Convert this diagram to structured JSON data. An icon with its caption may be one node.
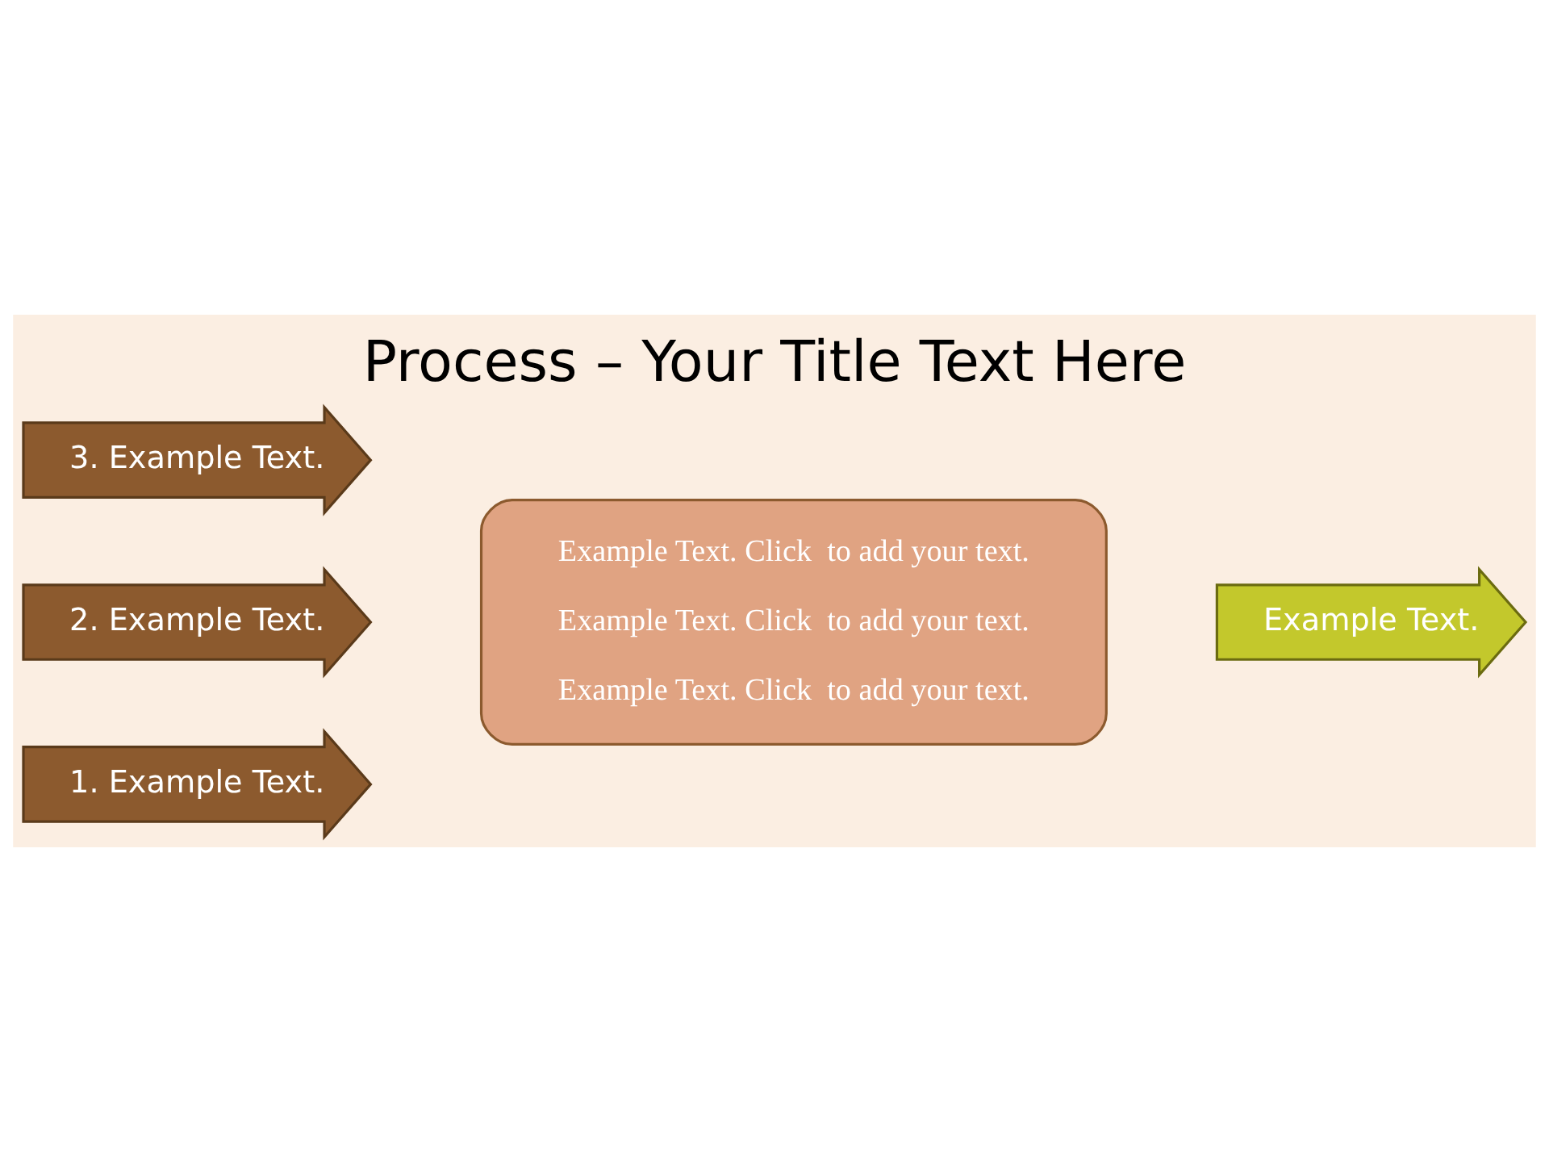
{
  "diagram": {
    "title": "Process – Your Title Text Here",
    "nodes": [
      {
        "text": [
          "1. Example Text."
        ]
      },
      {
        "text": [
          "2. Example Text."
        ]
      },
      {
        "text": [
          "3. Example Text."
        ]
      },
      {
        "text": [
          "Example Text. Click  to add your text.",
          "Example Text. Click  to add your text.",
          "Example Text. Click  to add your text."
        ]
      },
      {
        "text": [
          "Example Text."
        ]
      }
    ]
  }
}
